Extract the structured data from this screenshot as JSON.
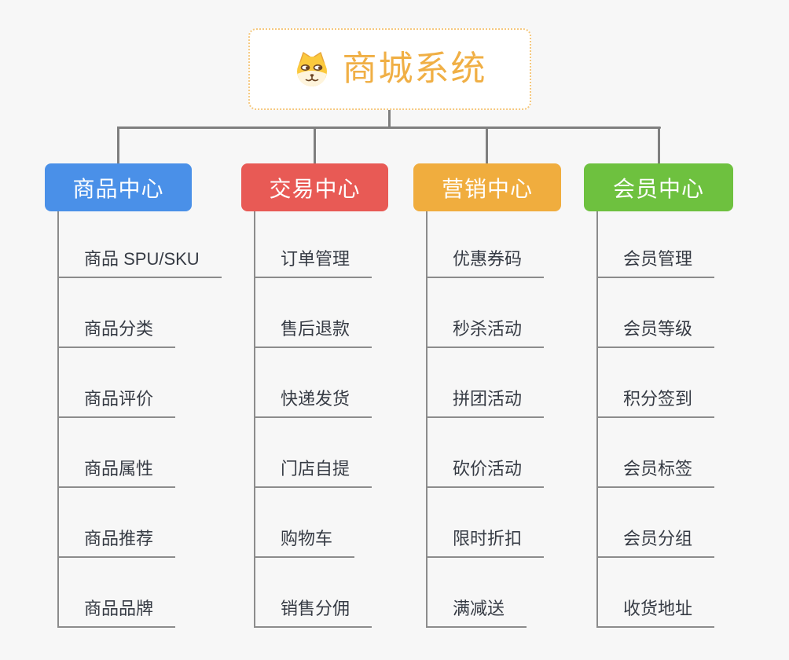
{
  "root": {
    "title": "商城系统",
    "icon": "shiba-dog-icon"
  },
  "branches": [
    {
      "label": "商品中心",
      "color": "#4A90E8",
      "items": [
        "商品 SPU/SKU",
        "商品分类",
        "商品评价",
        "商品属性",
        "商品推荐",
        "商品品牌"
      ]
    },
    {
      "label": "交易中心",
      "color": "#E85A55",
      "items": [
        "订单管理",
        "售后退款",
        "快递发货",
        "门店自提",
        "购物车",
        "销售分佣"
      ]
    },
    {
      "label": "营销中心",
      "color": "#F0AD3E",
      "items": [
        "优惠券码",
        "秒杀活动",
        "拼团活动",
        "砍价活动",
        "限时折扣",
        "满减送"
      ]
    },
    {
      "label": "会员中心",
      "color": "#6EC13F",
      "items": [
        "会员管理",
        "会员等级",
        "积分签到",
        "会员标签",
        "会员分组",
        "收货地址"
      ]
    }
  ],
  "colors": {
    "background": "#F7F7F7",
    "connector": "#7F7F7F",
    "leaf_underline": "#8C8C8C",
    "root_title": "#F0AF45",
    "root_border": "#F5C87E",
    "leaf_text": "#363B44"
  }
}
